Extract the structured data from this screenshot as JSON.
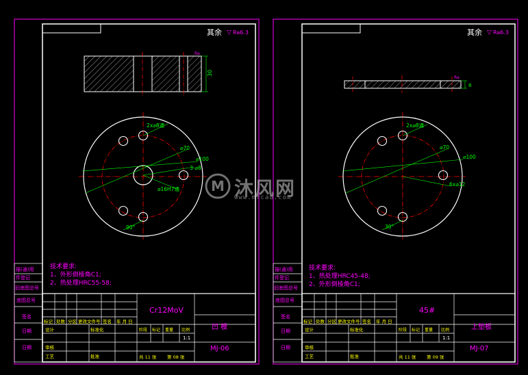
{
  "colors": {
    "frame": "#ff00ff",
    "border": "#ffffff",
    "dimension": "#00ff00",
    "centerline": "#ff0000",
    "text_pink": "#ff00ff",
    "text_yellow": "#ffff00",
    "watermark": "#cfcfcf"
  },
  "sheets": [
    {
      "roughness": {
        "prefix": "其余",
        "value": "Ra6.3"
      },
      "top_dim": "30",
      "circle_labels": [
        "2x⌀8通",
        "⌀70",
        "⌀100",
        "3-⌀8",
        "⌀16H7通",
        "90°"
      ],
      "tech_title": "技术要求:",
      "tech_lines": [
        "1、外形倒棱角C1;",
        "2、热处理HRC55-58;"
      ],
      "side_labels": [
        "描(通)用",
        "件登记",
        "旧底图总号",
        "底图总号",
        "签名",
        "日期",
        "日期"
      ],
      "header_labels": [
        "标记",
        "处数",
        "分区",
        "更改文件号",
        "签名",
        "年 月 日"
      ],
      "row_labels": [
        "设计",
        "标准化",
        "审核",
        "工艺",
        "批准"
      ],
      "mid_row": [
        "阶段",
        "标记",
        "重量",
        "比例"
      ],
      "material": "Cr12MoV",
      "name": "凹 模",
      "code": "MJ-06",
      "scale": "1:1",
      "sheet_total": "共 11 张",
      "sheet_no": "第 08 张"
    },
    {
      "roughness": {
        "prefix": "其余",
        "value": "Ra6.3"
      },
      "top_dim": "8",
      "circle_labels": [
        "2x⌀8通",
        "⌀70",
        "⌀100",
        "6x⌀12",
        "30°"
      ],
      "tech_title": "技术要求:",
      "tech_lines": [
        "1、热处理HRC45-48;",
        "2、外形倒棱角C1;"
      ],
      "side_labels": [
        "描(通)用",
        "件登记",
        "旧底图总号",
        "底图总号",
        "签名",
        "日期",
        "日期"
      ],
      "header_labels": [
        "标记",
        "处数",
        "分区",
        "更改文件号",
        "签名",
        "年 月 日"
      ],
      "row_labels": [
        "设计",
        "标准化",
        "审核",
        "工艺",
        "批准"
      ],
      "mid_row": [
        "阶段",
        "标记",
        "重量",
        "比例"
      ],
      "material": "45#",
      "name": "上垫板",
      "code": "MJ-07",
      "scale": "1:1",
      "sheet_total": "共 11 张",
      "sheet_no": "第 09 张"
    }
  ],
  "watermark": {
    "main": "沐风网",
    "sub": "www.mfcad.com",
    "logo_letter": "M"
  }
}
